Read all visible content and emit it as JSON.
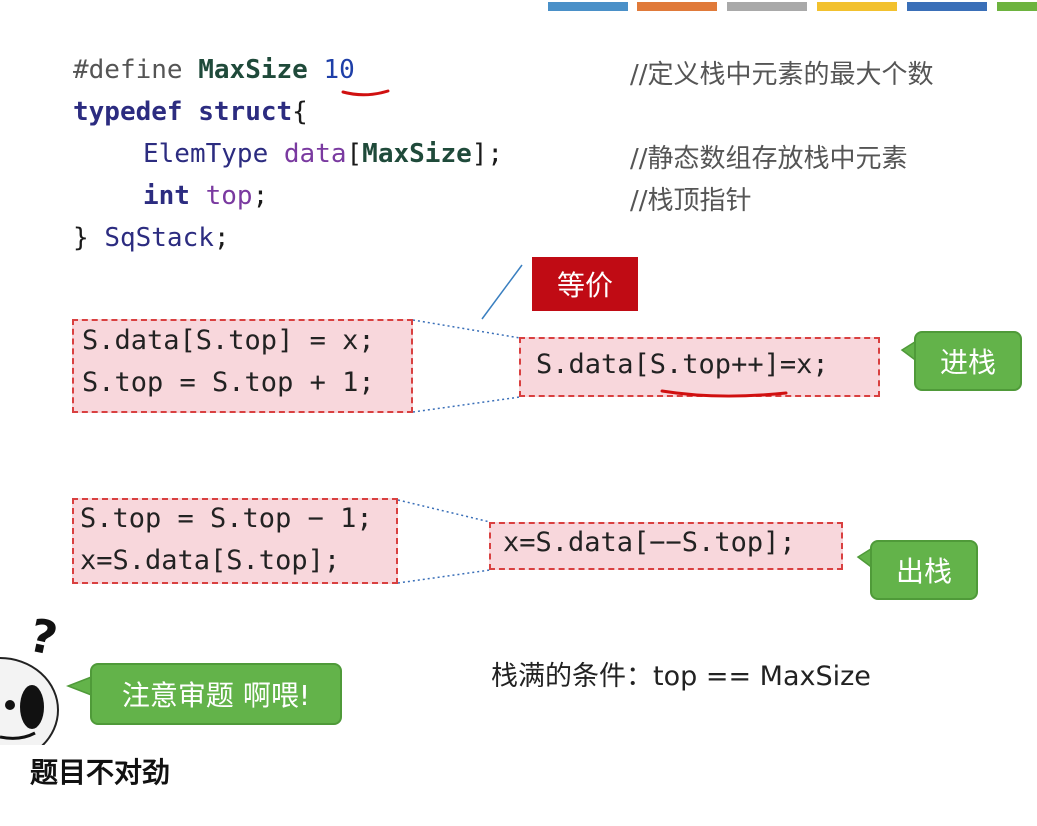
{
  "colors": [
    "#4a90c8",
    "#e07a3a",
    "#a9a9a9",
    "#f2c12e",
    "#3a6fb8",
    "#6db33f"
  ],
  "code": {
    "define_kw": "#define",
    "define_name": "MaxSize",
    "define_val": "10",
    "typedef_kw": "typedef",
    "struct_kw": "struct",
    "brace_open": "{",
    "elem_type": "ElemType",
    "elem_field": "data",
    "elem_bracket_open": "[",
    "elem_size": "MaxSize",
    "elem_bracket_close": "];",
    "int_kw": "int",
    "top_field": "top",
    "semicolon": ";",
    "close_brace": "}",
    "sqstack": "SqStack",
    "close_semi": ";"
  },
  "comments": {
    "c1": "//定义栈中元素的最大个数",
    "c2": "//静态数组存放栈中元素",
    "c3": "//栈顶指针"
  },
  "push": {
    "line1": "S.data[S.top] = x;",
    "line2": "S.top = S.top + 1;",
    "equiv": "S.data[S.top++]=x;",
    "equiv_label": "等价",
    "callout": "进栈"
  },
  "pop": {
    "line1": "S.top = S.top − 1;",
    "line2": "x=S.data[S.top];",
    "equiv": "x=S.data[−−S.top];",
    "callout": "出栈"
  },
  "condition": "栈满的条件：top == MaxSize",
  "note": {
    "bubble": "注意审题 啊喂!",
    "caption": "题目不对劲",
    "question_mark": "?"
  }
}
